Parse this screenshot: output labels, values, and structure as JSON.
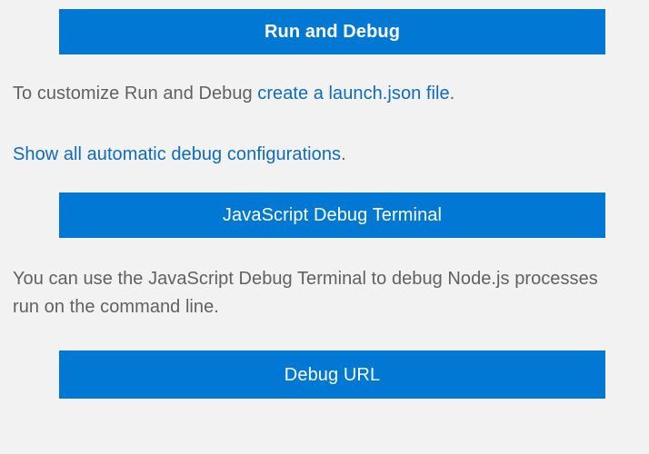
{
  "theme": {
    "background": "#f2f2f2",
    "button_background": "#0078d4",
    "button_text": "#ffffff",
    "body_text": "#616161",
    "link_text": "#0e6cbe"
  },
  "buttons": [
    {
      "id": "run-and-debug",
      "label": "Run and Debug",
      "bold": true
    },
    {
      "id": "javascript-debug-terminal",
      "label": "JavaScript Debug Terminal",
      "bold": false
    },
    {
      "id": "debug-url",
      "label": "Debug URL",
      "bold": false
    }
  ],
  "paragraphs": {
    "customize": {
      "lead": "To customize Run and Debug ",
      "link": "create a launch.json file",
      "trail": "."
    },
    "show_all": {
      "link": "Show all automatic debug configurations",
      "trail": "."
    },
    "terminal_help": {
      "text": "You can use the JavaScript Debug Terminal to debug Node.js processes run on the command line."
    }
  }
}
